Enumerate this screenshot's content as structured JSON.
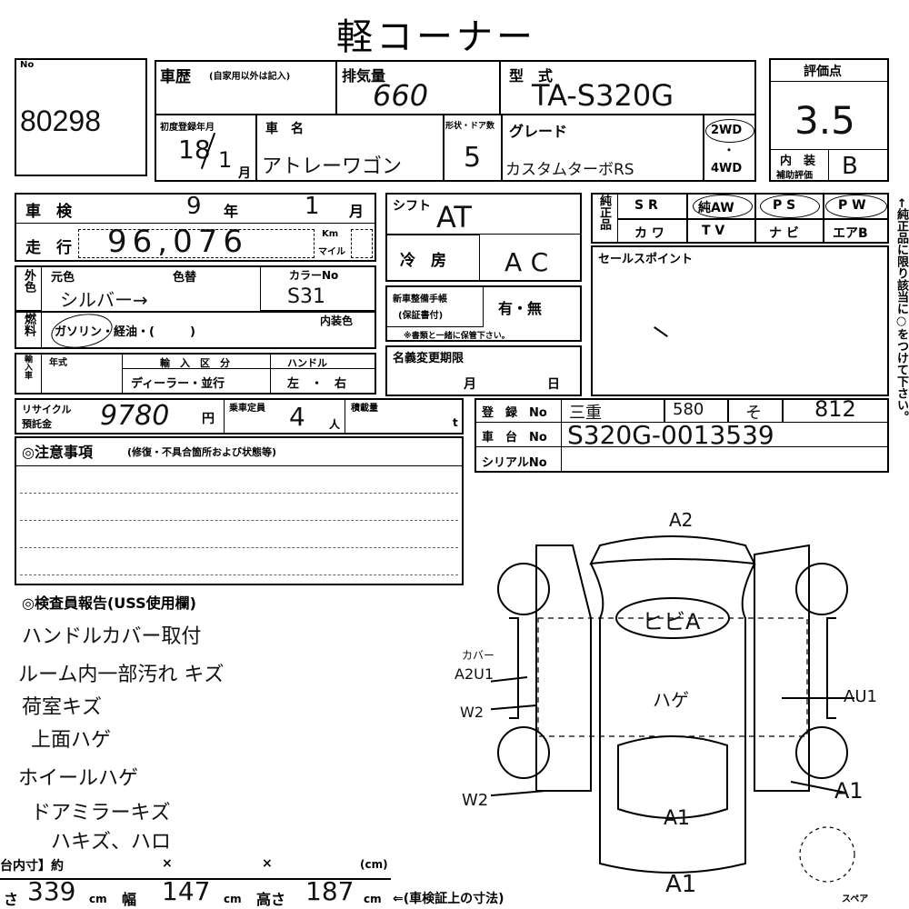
{
  "title": "軽コーナー",
  "no": {
    "label": "No",
    "value": "80298"
  },
  "history": {
    "label": "車歴",
    "sub": "(自家用以外は記入)"
  },
  "displacement": {
    "label": "排気量",
    "value": "660"
  },
  "model": {
    "label": "型　式",
    "value": "TA-S320G"
  },
  "score": {
    "label": "評価点",
    "value": "3.5"
  },
  "first_reg": {
    "label": "初度登録年月",
    "year": "18",
    "month": "1",
    "unit": "月"
  },
  "car_name": {
    "label": "車　名",
    "value": "アトレーワゴン"
  },
  "doors": {
    "label": "形状・ドア数",
    "value": "5"
  },
  "grade": {
    "label": "グレード",
    "value": "カスタムターボRS"
  },
  "drive": {
    "two": "2WD",
    "dot": "・",
    "four": "4WD"
  },
  "interior": {
    "label1": "内　装",
    "label2": "補助評価",
    "value": "B"
  },
  "inspection": {
    "label": "車　検",
    "year": "9",
    "year_unit": "年",
    "month": "1",
    "month_unit": "月"
  },
  "mileage": {
    "label": "走　行",
    "value": "96,076",
    "km": "Km",
    "mile": "マイル"
  },
  "shift": {
    "label": "シフト",
    "value": "AT"
  },
  "aircon": {
    "label": "冷　房",
    "value": "AC"
  },
  "options": {
    "label": "純正品",
    "row1": [
      "S R",
      "純AW",
      "P S",
      "P W"
    ],
    "row2": [
      "カ ワ",
      "T V",
      "ナ ビ",
      "エアB"
    ]
  },
  "side_note": "←純正品に限り該当に○をつけて下さい。",
  "color": {
    "side_label": "外色",
    "orig_label": "元色",
    "change_label": "色替",
    "code_label": "カラーNo",
    "value": "シルバー→",
    "code": "S31"
  },
  "fuel": {
    "side_label": "燃料",
    "options": "ガソリン・経油・(　　　)",
    "int_color_label": "内装色"
  },
  "maint": {
    "label1": "新車整備手帳",
    "label2": "(保証書付)",
    "value": "有・無",
    "note": "※書類と一緒に保管下さい。"
  },
  "sales_point": {
    "label": "セールスポイント"
  },
  "import": {
    "side_label": "輸入車",
    "year_label": "年式",
    "type_label": "輸　入　区　分",
    "type_value": "ディーラー・並行",
    "handle_label": "ハンドル",
    "handle_value": "左　・　右"
  },
  "name_change": {
    "label": "名義変更期限",
    "month": "月",
    "day": "日"
  },
  "recycle": {
    "label1": "リサイクル",
    "label2": "預託金",
    "value": "9780",
    "unit": "円"
  },
  "capacity": {
    "label": "乗車定員",
    "value": "4",
    "unit": "人"
  },
  "load": {
    "label": "積載量",
    "unit": "t"
  },
  "registration": {
    "label": "登　録　No",
    "value1": "三重",
    "value2": "580",
    "value3": "そ",
    "value4": "812"
  },
  "chassis": {
    "label": "車　台　No",
    "value": "S320G-0013539"
  },
  "serial": {
    "label": "シリアルNo"
  },
  "caution": {
    "label": "◎注意事項",
    "sub": "(修復・不具合箇所および状態等)"
  },
  "report": {
    "label": "◎検査員報告(USS使用欄)",
    "lines": [
      "ハンドルカバー取付",
      "ルーム内一部汚れ キズ",
      "荷室キズ",
      "上面ハゲ",
      "ホイールハゲ",
      "ドアミラーキズ",
      "ハキズ、ハロ"
    ]
  },
  "diagram": {
    "labels": {
      "a2_top": "A2",
      "hood": "ヒビA",
      "roof": "ハゲ",
      "cover": "カバー",
      "a2u1": "A2U1",
      "w2_left": "W2",
      "w2_bottom": "W2",
      "au1": "AU1",
      "a1_right": "A1",
      "a1_mid": "A1",
      "a1_bottom": "A1"
    },
    "spare": "スペア"
  },
  "dims": {
    "inner_label": "台内寸】約",
    "x1": "×",
    "x2": "×",
    "cm": "(cm)",
    "length_label": "さ",
    "length": "339",
    "width_label": "幅",
    "width": "147",
    "height_label": "高さ",
    "height": "187",
    "unit": "cm",
    "note": "⇐(車検証上の寸法)"
  }
}
